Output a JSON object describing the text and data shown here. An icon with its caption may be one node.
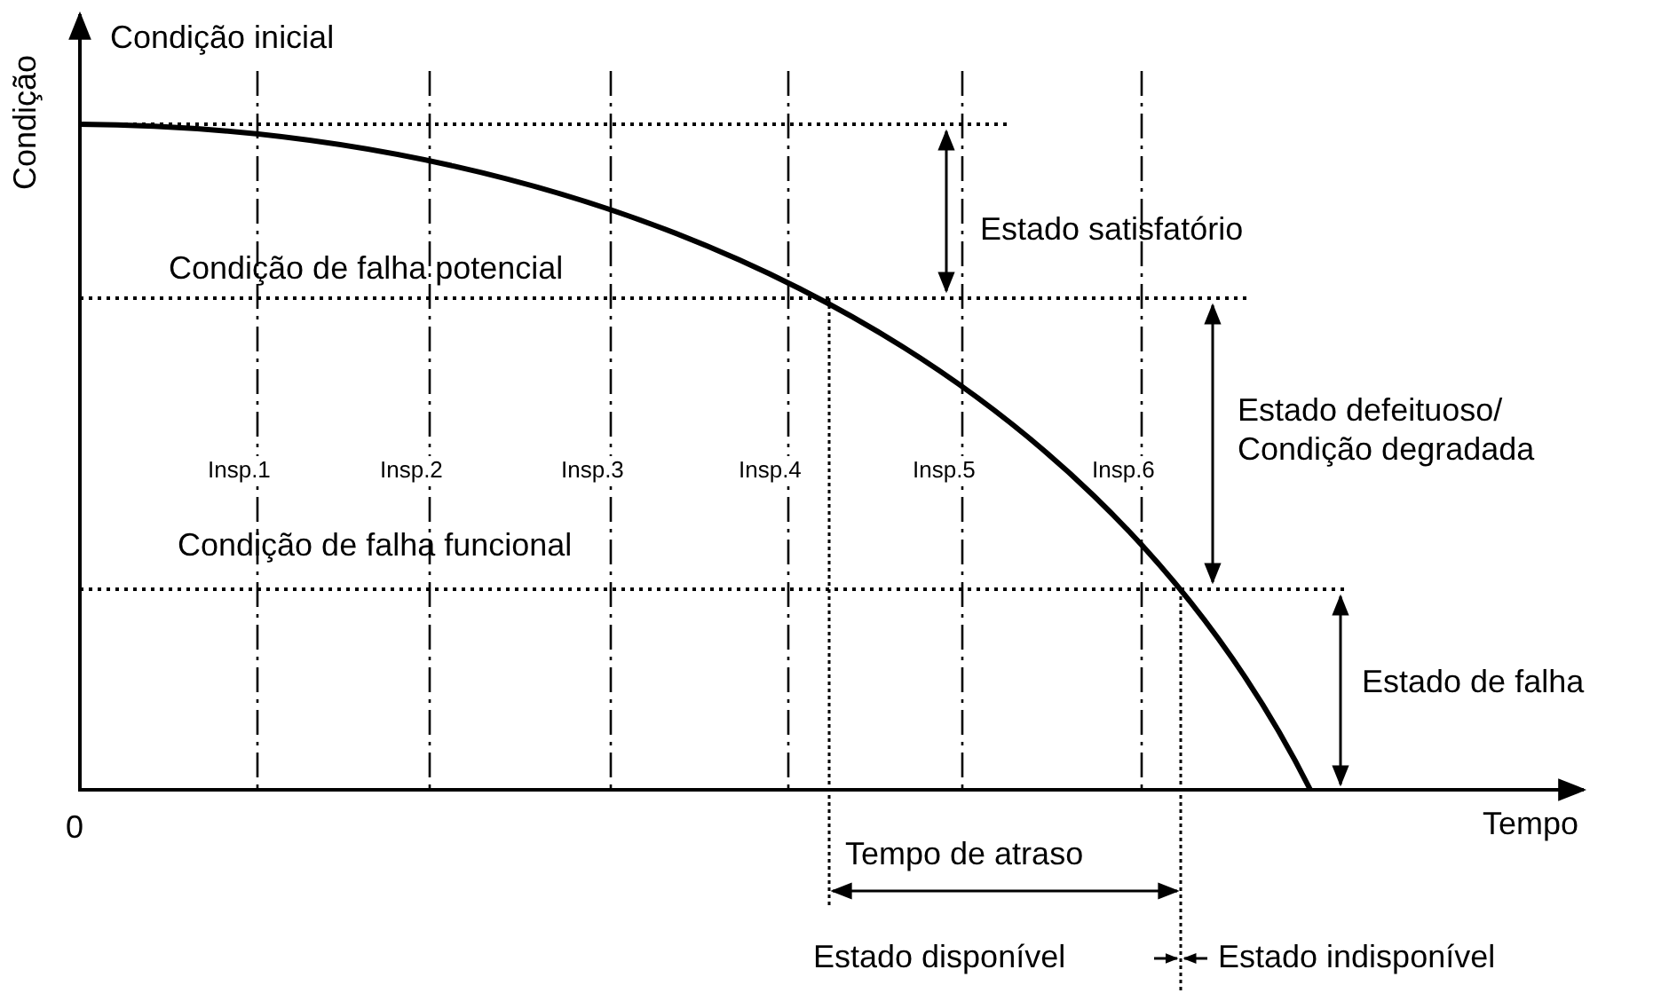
{
  "diagram": {
    "labels": [
      "Condição",
      "Condição inicial",
      "Estado satisfatório",
      "Condição de falha potencial",
      "Insp.1",
      "Insp.2",
      "Insp.3",
      "Insp.4",
      "Insp.5",
      "Insp.6",
      "Estado defeituoso/ Condição degradada",
      "Condição de falha funcional",
      "Estado de falha",
      "0",
      "Tempo",
      "Tempo de atraso",
      "Estado disponível",
      "Estado indisponível"
    ]
  }
}
